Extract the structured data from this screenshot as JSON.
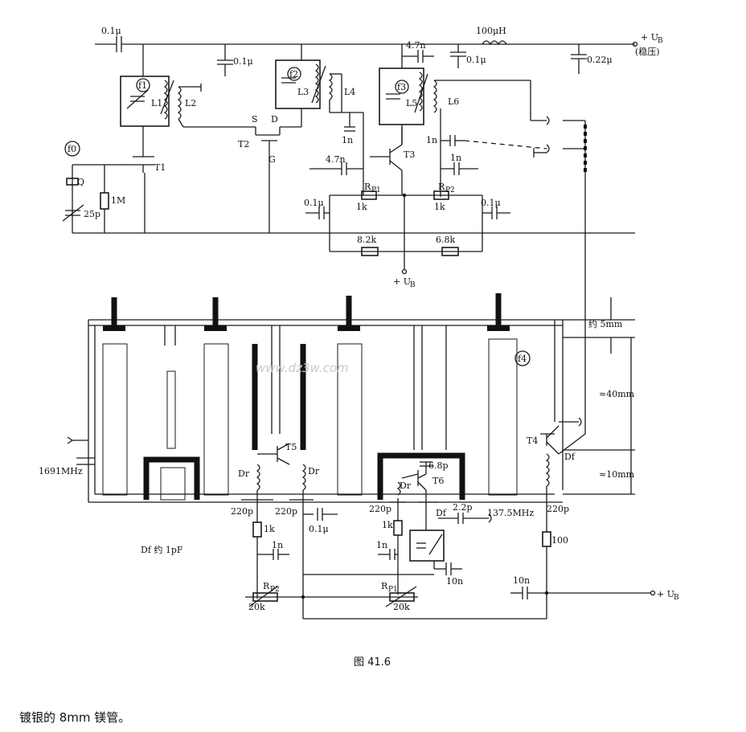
{
  "labels": {
    "c_in": "0.1μ",
    "c_top2": "0.1μ",
    "c_47n_top": "4.7n",
    "c_top3": "0.1μ",
    "inductor_100": "100μH",
    "c_022": "0.22μ",
    "ub_top": "+ U",
    "ub_top_sub": "B",
    "stab": "(稳压)",
    "f1": "f1",
    "f2": "f2",
    "f3": "f3",
    "f0": "f0",
    "f4": "f4",
    "L1": "L1",
    "L2": "L2",
    "L3": "L3",
    "L4": "L4",
    "L5": "L5",
    "L6": "L6",
    "T1": "T1",
    "T2": "T2",
    "T3": "T3",
    "T4": "T4",
    "T5": "T5",
    "T6": "T6",
    "S": "S",
    "D": "D",
    "G": "G",
    "Q": "Q",
    "r_1M": "1M",
    "c_25p": "25p",
    "c_1n_a": "1n",
    "c_47n_mid": "4.7n",
    "c_1n_b": "1n",
    "c_1n_c": "1n",
    "rp1": "R",
    "rp1_sub": "P1",
    "rp2": "R",
    "rp2_sub": "P2",
    "rp1_val": "1k",
    "rp2_val": "1k",
    "c_01_mid_l": "0.1μ",
    "c_01_mid_r": "0.1μ",
    "r_82k": "8.2k",
    "r_68k": "6.8k",
    "ub_mid": "+ U",
    "ub_mid_sub": "B",
    "approx5": "约 5mm",
    "approx40": "≈40mm",
    "approx10": "≈10mm",
    "freq_in": "1691MHz",
    "dr1": "Dr",
    "dr2": "Dr",
    "dr3": "Dr",
    "df1": "Df",
    "df2": "Df",
    "c_220p_1": "220p",
    "c_220p_2": "220p",
    "c_220p_3": "220p",
    "c_220p_4": "220p",
    "c_68p": "6.8p",
    "c_22p": "2.2p",
    "freq_1375": "137.5MHz",
    "c_01_bot": "0.1μ",
    "r_1k_l": "1k",
    "r_1k_r": "1k",
    "c_1n_l": "1n",
    "c_1n_r": "1n",
    "c_10n_a": "10n",
    "c_10n_b": "10n",
    "r_100": "100",
    "rp2b": "R",
    "rp2b_sub": "P2",
    "rp1b": "R",
    "rp1b_sub": "P1",
    "rp2b_val": "20k",
    "rp1b_val": "20k",
    "ub_bot": "+ U",
    "ub_bot_sub": "B",
    "df_note": "Df 约 1pF",
    "watermark": "www.dz3w.com"
  },
  "caption": "图 41.6",
  "footer_text": "镀银的 8mm 镁管。"
}
